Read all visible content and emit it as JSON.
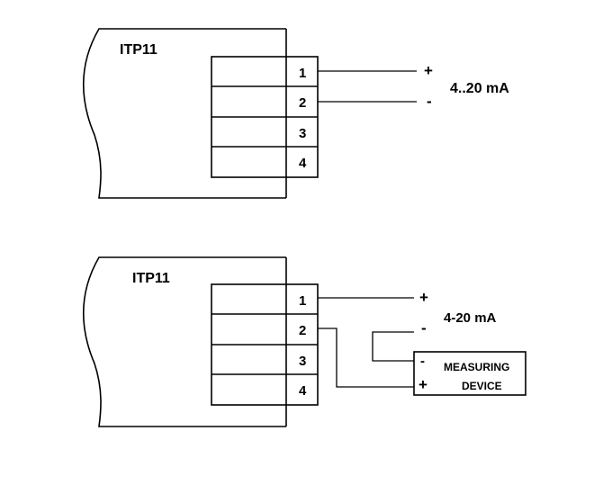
{
  "diagrams": [
    {
      "device_label": "ITP11",
      "terminals": [
        "1",
        "2",
        "3",
        "4"
      ],
      "plus_sign": "+",
      "minus_sign": "-",
      "signal_label": "4..20 mA"
    },
    {
      "device_label": "ITP11",
      "terminals": [
        "1",
        "2",
        "3",
        "4"
      ],
      "plus_sign": "+",
      "minus_sign": "-",
      "signal_label": "4-20 mA",
      "measuring_device": {
        "line1": "MEASURING",
        "line2": "DEVICE",
        "minus": "-",
        "plus": "+"
      }
    }
  ]
}
